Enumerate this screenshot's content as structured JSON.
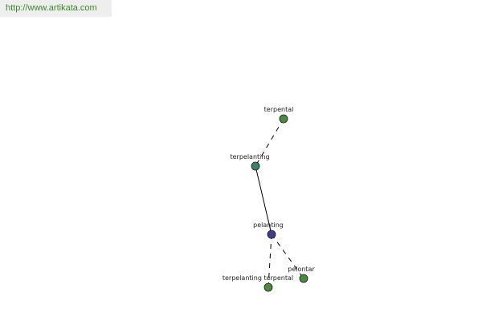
{
  "header": {
    "url": "http://www.artikata.com"
  },
  "graph": {
    "nodes": [
      {
        "id": "pelanting",
        "label": "pelanting",
        "role": "center",
        "color": "#3a3f8f"
      },
      {
        "id": "terpelanting-top",
        "label": "terpelanting",
        "role": "related",
        "color": "#3f7f6f"
      },
      {
        "id": "terpental-top",
        "label": "terpental",
        "role": "leaf",
        "color": "#4a8a3f"
      },
      {
        "id": "pelontar",
        "label": "pelontar",
        "role": "leaf",
        "color": "#4a8a3f"
      },
      {
        "id": "terpelanting-terpental",
        "label": "terpelanting  terpental",
        "role": "leaf",
        "color": "#4a8a3f"
      }
    ],
    "edges": [
      {
        "from": "terpelanting-top",
        "to": "pelanting",
        "style": "solid"
      },
      {
        "from": "terpental-top",
        "to": "terpelanting-top",
        "style": "dashed"
      },
      {
        "from": "pelanting",
        "to": "pelontar",
        "style": "dashed"
      },
      {
        "from": "pelanting",
        "to": "terpelanting-terpental",
        "style": "dashed"
      }
    ]
  }
}
